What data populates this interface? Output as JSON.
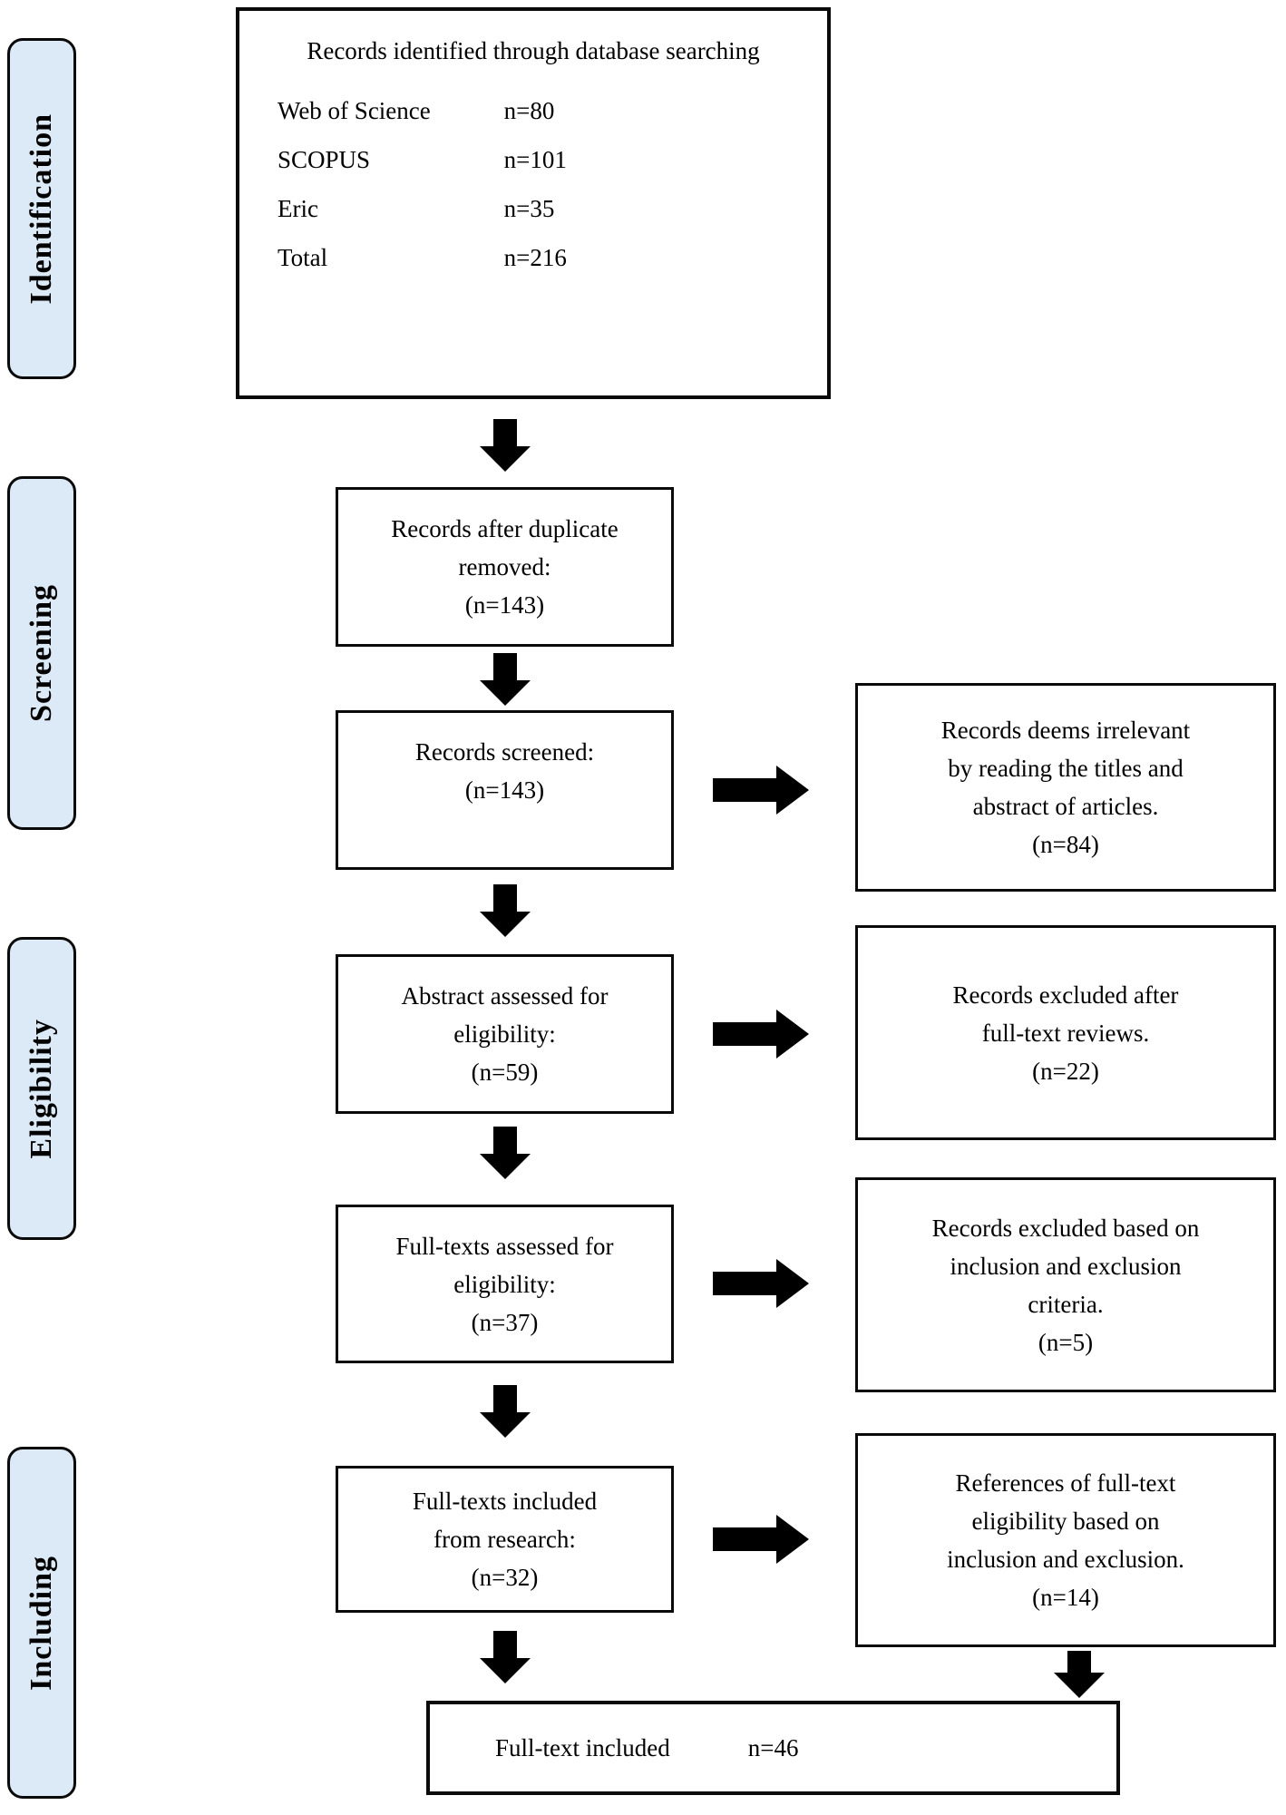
{
  "colors": {
    "stage_fill": "#dce9f6",
    "box_border": "#000000",
    "arrow": "#000000",
    "background": "#ffffff"
  },
  "stages": [
    {
      "label": "Identification"
    },
    {
      "label": "Screening"
    },
    {
      "label": "Eligibility"
    },
    {
      "label": "Including"
    }
  ],
  "identification_box": {
    "title_lines": [
      "Records identified through database",
      "searching"
    ],
    "rows": [
      {
        "source": "Web of Science",
        "count": "n=80"
      },
      {
        "source": "SCOPUS",
        "count": "n=101"
      },
      {
        "source": "Eric",
        "count": "n=35"
      },
      {
        "source": "Total",
        "count": "n=216"
      }
    ]
  },
  "main_boxes": [
    {
      "lines": [
        "Records after duplicate",
        "removed:",
        "(n=143)"
      ]
    },
    {
      "lines": [
        "Records screened:",
        "(n=143)"
      ]
    },
    {
      "lines": [
        "Abstract assessed for",
        "eligibility:",
        "(n=59)"
      ]
    },
    {
      "lines": [
        "Full-texts assessed for",
        "eligibility:",
        "(n=37)"
      ]
    },
    {
      "lines": [
        "Full-texts included",
        "from research:",
        "(n=32)"
      ]
    }
  ],
  "exclusion_boxes": [
    {
      "lines": [
        "Records deems irrelevant",
        "by reading the titles and",
        "abstract of articles.",
        "(n=84)"
      ]
    },
    {
      "lines": [
        "Records excluded after",
        "full-text reviews.",
        "(n=22)"
      ]
    },
    {
      "lines": [
        "Records excluded based on",
        "inclusion and exclusion",
        "criteria.",
        "(n=5)"
      ]
    },
    {
      "lines": [
        "References of full-text",
        "eligibility based on",
        "inclusion and exclusion.",
        "(n=14)"
      ]
    }
  ],
  "final_box": {
    "label": "Full-text included",
    "count": "n=46"
  }
}
